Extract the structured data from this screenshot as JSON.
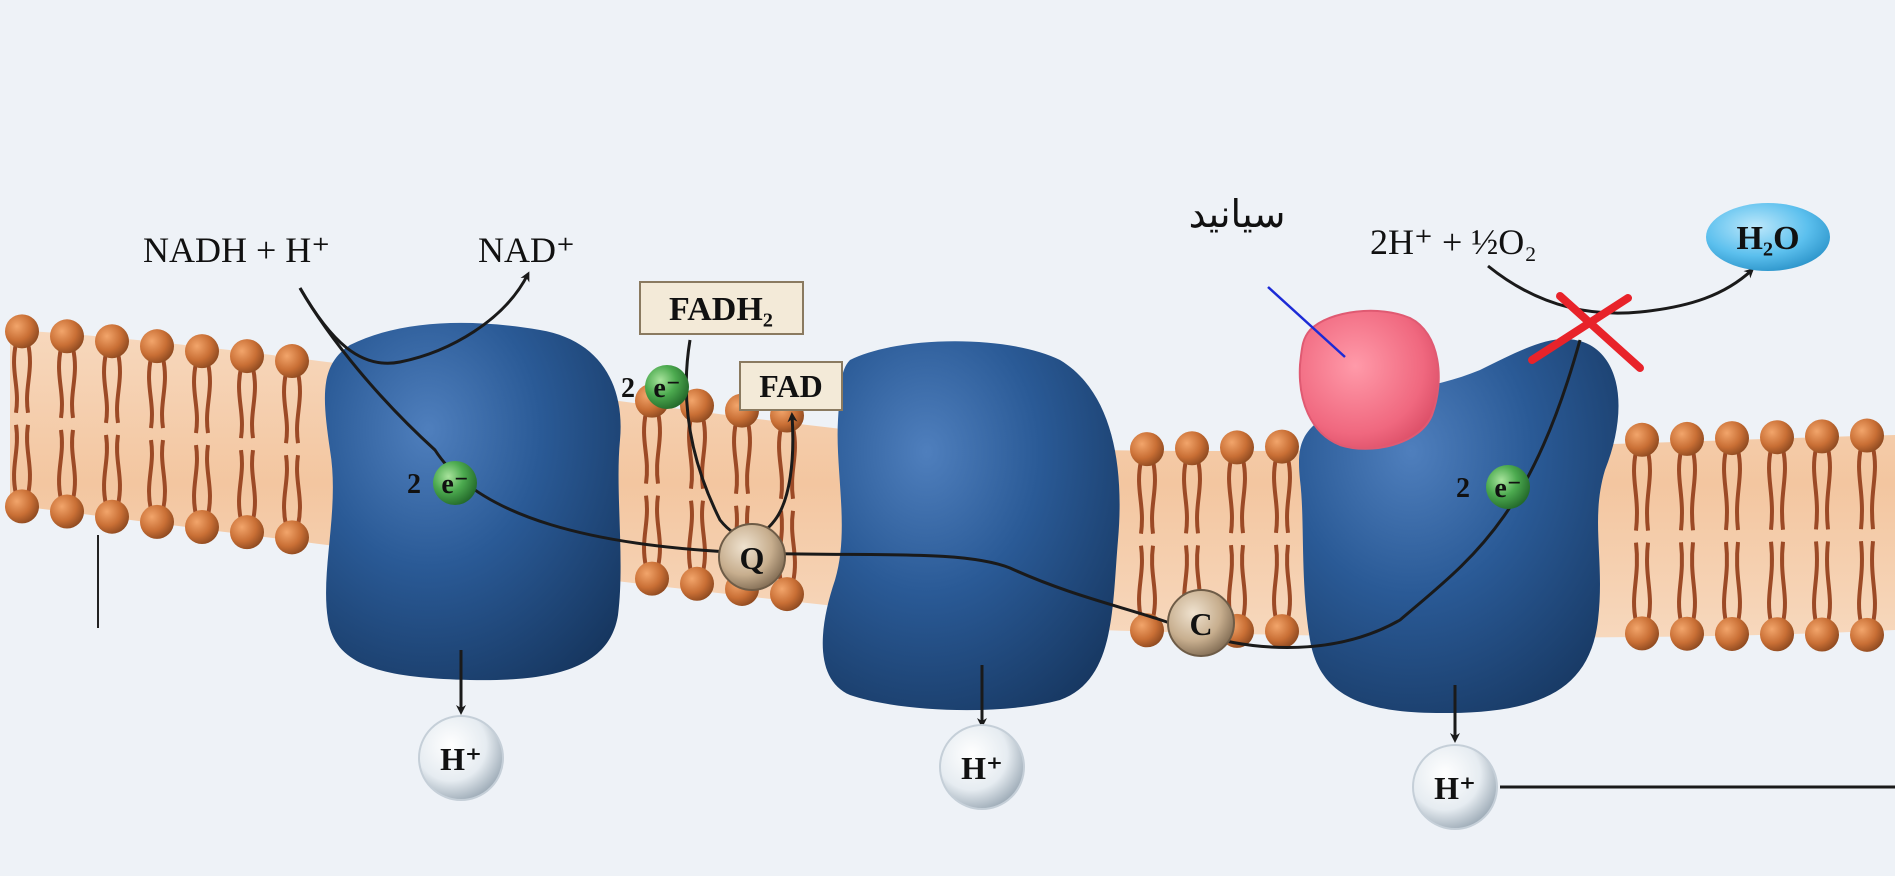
{
  "labels": {
    "nadh": "NADH + H⁺",
    "nad": "NAD⁺",
    "fadh2": "FADH₂",
    "fad": "FAD",
    "oxygen_reaction": "2H⁺ + ½O₂",
    "water": "H₂O",
    "cyanide": "سيانيد",
    "q_carrier": "Q",
    "c_carrier": "C",
    "electron_symbol": "e⁻",
    "electron_count": "2",
    "proton": "H⁺"
  },
  "colors": {
    "background": "#eef2f7",
    "membrane_band": "#f3c9a4",
    "lipid_head": "#c9733a",
    "lipid_tail": "#9c4a26",
    "protein_complex": "#1f4d86",
    "electron_ball": "#3f9a46",
    "carrier": "#c2a98a",
    "cyanide_block": "#f0687f",
    "inhibition_mark": "#e8232a",
    "water_oval": "#5cc0ee",
    "label_box": "#f3ead8",
    "pointer_line": "#1c2bd6"
  },
  "inhibitor_marked": true
}
